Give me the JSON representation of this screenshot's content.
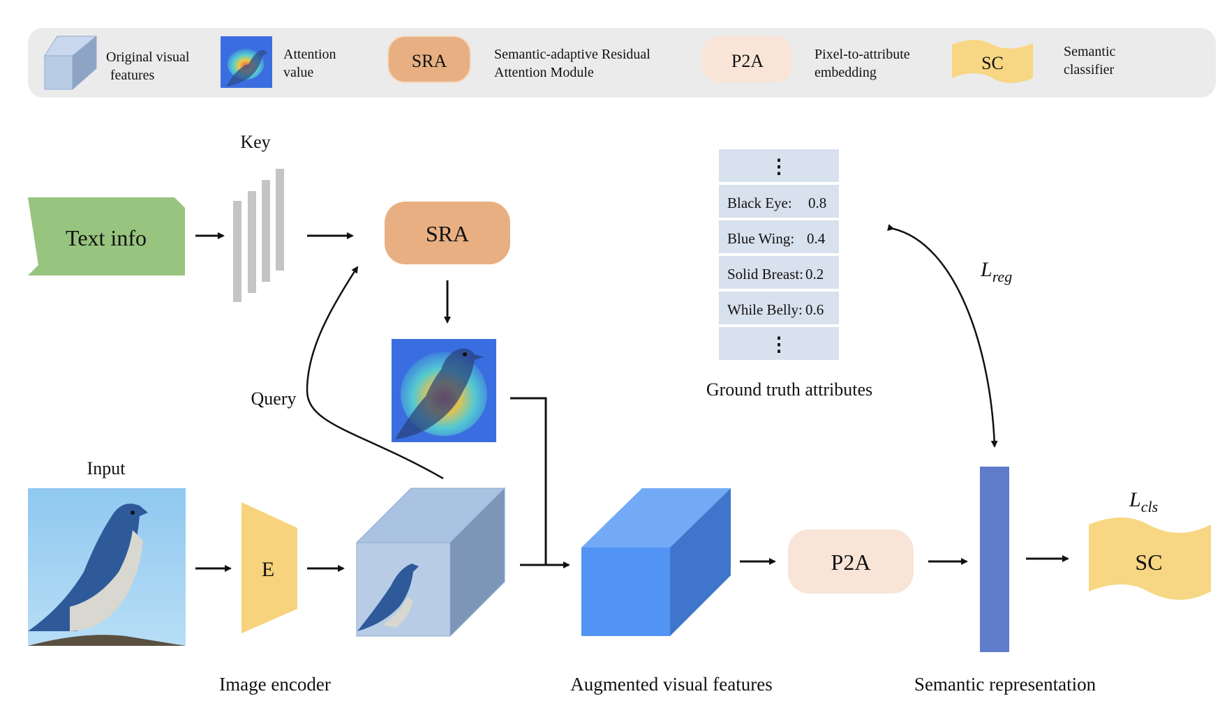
{
  "legend": {
    "original_visual_features": [
      "Original visual",
      "features"
    ],
    "attention_value": [
      "Attention",
      "value"
    ],
    "sra_box": "SRA",
    "sra_desc": [
      "Semantic-adaptive Residual",
      "Attention Module"
    ],
    "p2a_box": "P2A",
    "p2a_desc": [
      "Pixel-to-attribute",
      "embedding"
    ],
    "sc_box": "SC",
    "sc_desc": [
      "Semantic",
      "classifier"
    ]
  },
  "diagram": {
    "text_info": "Text info",
    "key_label": "Key",
    "sra_label": "SRA",
    "query_label": "Query",
    "input_label": "Input",
    "encoder_label": "E",
    "image_encoder_caption": "Image encoder",
    "augmented_caption": "Augmented visual features",
    "p2a_label": "P2A",
    "semantic_rep_caption": "Semantic representation",
    "sc_label": "SC",
    "loss_reg": {
      "main": "L",
      "sub": "reg"
    },
    "loss_cls": {
      "main": "L",
      "sub": "cls"
    },
    "gt_caption": "Ground truth attributes",
    "attributes": [
      {
        "name": "Black Eye:",
        "value": "0.8"
      },
      {
        "name": "Blue Wing:",
        "value": "0.4"
      },
      {
        "name": "Solid Breast:",
        "value": "0.2"
      },
      {
        "name": "While Belly:",
        "value": "0.6"
      }
    ],
    "ellipsis": "⋮"
  },
  "colors": {
    "legend_bg": "#ebebeb",
    "text_info": "#97c47f",
    "sra": "#e8b082",
    "p2a": "#f8e5d8",
    "sc": "#f8d784",
    "encoder": "#f6d37c",
    "cube_front": "#b9cce6",
    "aug_front": "#5294f4",
    "aug_side": "#3f76cc",
    "aug_top": "#73aaf6",
    "sem_bar": "#5f7ccb",
    "attr_bg": "#d8e1ee"
  }
}
